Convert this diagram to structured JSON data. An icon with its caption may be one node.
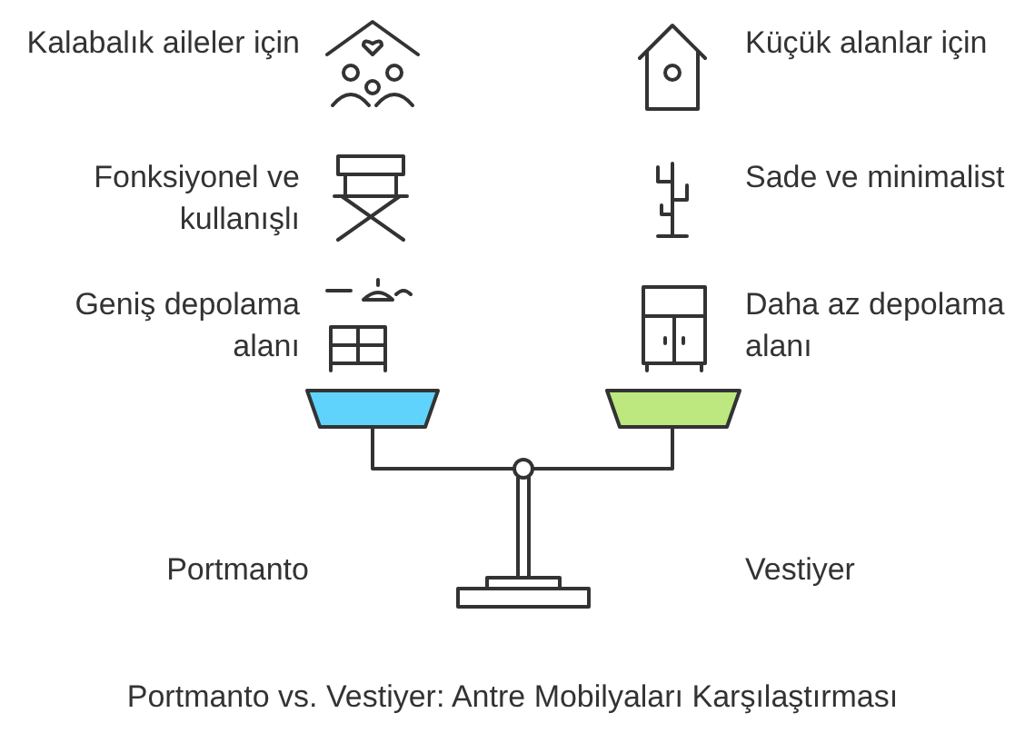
{
  "diagram": {
    "caption": "Portmanto vs. Vestiyer: Antre Mobilyaları Karşılaştırması",
    "labels": [
      "Kalabalık aileler için",
      "Küçük alanlar için",
      "Fonksiyonel ve kullanışlı",
      "Sade ve minimalist",
      "Geniş depolama alanı",
      "Daha az depolama alanı",
      "Portmanto",
      "Vestiyer"
    ]
  }
}
